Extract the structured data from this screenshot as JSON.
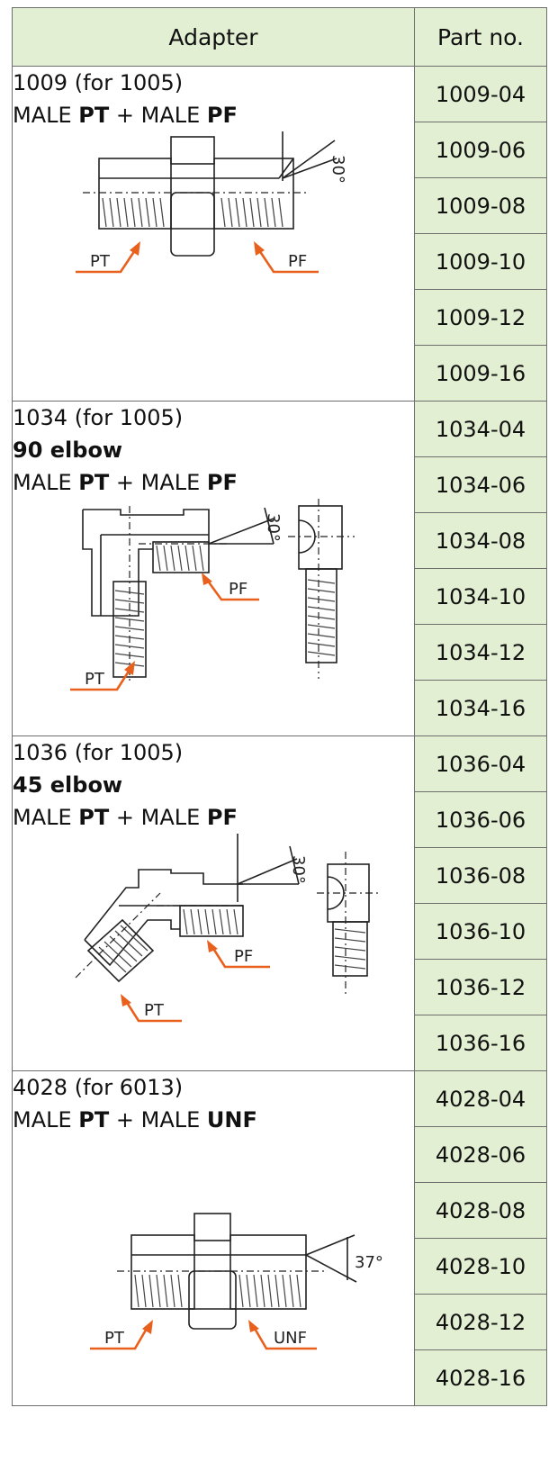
{
  "header": {
    "adapter": "Adapter",
    "part_no": "Part no."
  },
  "sections": [
    {
      "code": "1009 (for 1005)",
      "subtitle": "",
      "spec": {
        "pre1": "MALE ",
        "t1": "PT",
        "mid": " + MALE ",
        "t2": "PF"
      },
      "labels": {
        "left": "PT",
        "right": "PF",
        "angle": "30°"
      },
      "parts": [
        "1009-04",
        "1009-06",
        "1009-08",
        "1009-10",
        "1009-12",
        "1009-16"
      ]
    },
    {
      "code": "1034 (for 1005)",
      "subtitle": "90 elbow",
      "spec": {
        "pre1": "MALE ",
        "t1": "PT",
        "mid": " + MALE ",
        "t2": "PF"
      },
      "labels": {
        "left": "PT",
        "right": "PF",
        "angle": "30°"
      },
      "parts": [
        "1034-04",
        "1034-06",
        "1034-08",
        "1034-10",
        "1034-12",
        "1034-16"
      ]
    },
    {
      "code": "1036 (for 1005)",
      "subtitle": "45 elbow",
      "spec": {
        "pre1": "MALE ",
        "t1": "PT",
        "mid": " + MALE ",
        "t2": "PF"
      },
      "labels": {
        "left": "PT",
        "right": "PF",
        "angle": "30°"
      },
      "parts": [
        "1036-04",
        "1036-06",
        "1036-08",
        "1036-10",
        "1036-12",
        "1036-16"
      ]
    },
    {
      "code": "4028 (for 6013)",
      "subtitle": "",
      "spec": {
        "pre1": "MALE ",
        "t1": "PT",
        "mid": " + MALE ",
        "t2": "UNF"
      },
      "labels": {
        "left": "PT",
        "right": "UNF",
        "angle": "37°"
      },
      "parts": [
        "4028-04",
        "4028-06",
        "4028-08",
        "4028-10",
        "4028-12",
        "4028-16"
      ]
    }
  ],
  "colors": {
    "header_bg": "#e2efd2",
    "part_bg": "#e2efd2",
    "arrow": "#e8601c",
    "border": "#6e6e6e"
  }
}
